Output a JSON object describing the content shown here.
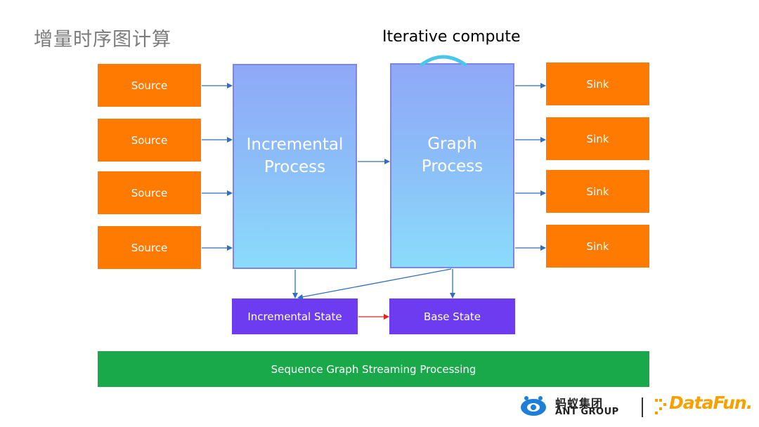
{
  "title": "增量时序图计算",
  "iterative_label": "Iterative compute",
  "sources": [
    "Source",
    "Source",
    "Source",
    "Source"
  ],
  "sinks": [
    "Sink",
    "Sink",
    "Sink",
    "Sink"
  ],
  "incremental_process": {
    "line1": "Incremental",
    "line2": "Process"
  },
  "graph_process": {
    "line1": "Graph",
    "line2": "Process"
  },
  "incremental_state": "Incremental State",
  "base_state": "Base State",
  "bottom_bar": "Sequence Graph Streaming Processing",
  "logos": {
    "ant_cn": "蚂蚁集团",
    "ant_en": "ANT GROUP",
    "datafun": "DataFun."
  },
  "colors": {
    "source_sink": "#ff7a00",
    "state": "#6e3cf0",
    "bottom_bar": "#1aa94a",
    "arrow": "#2f6fbd",
    "state_arrow": "#e8201c",
    "iterative_arc": "#49c6e8"
  }
}
